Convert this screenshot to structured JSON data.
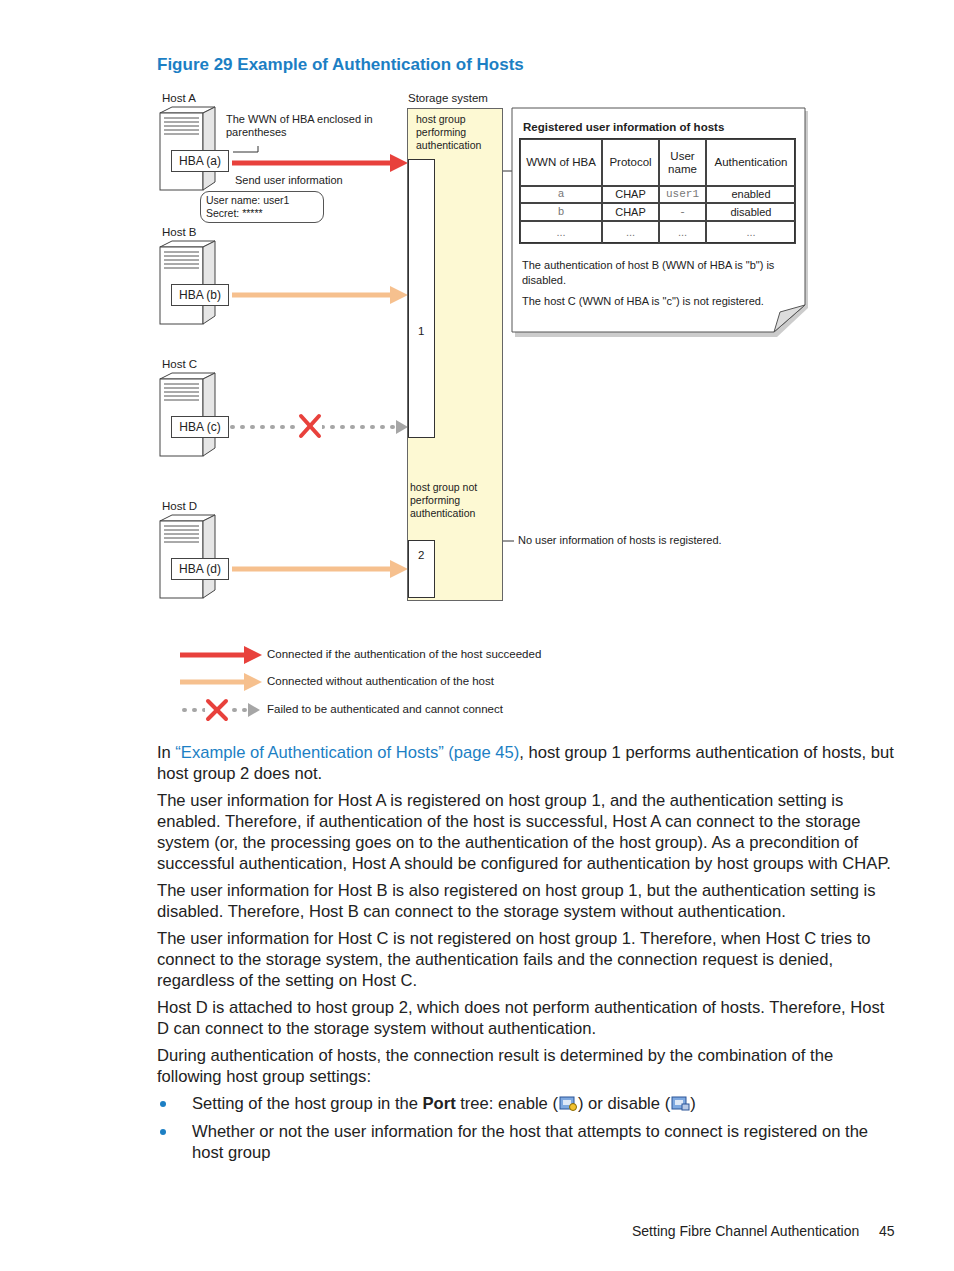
{
  "diagram": {
    "title": "Figure 29 Example of Authentication of Hosts",
    "nodes": [
      {
        "text": [
          "Storage system",
          "host group performing authentication",
          "host group not performing authentication"
        ]
      },
      {
        "text": [
          "1"
        ],
        "in": 0
      },
      {
        "text": [
          "2"
        ],
        "in": 0
      },
      {
        "text": [
          "Host A"
        ]
      },
      {
        "text": [
          "HBA (a)"
        ],
        "in": 3
      },
      {
        "text": [
          "Host B"
        ]
      },
      {
        "text": [
          "HBA (b)"
        ],
        "in": 5
      },
      {
        "text": [
          "Host C"
        ]
      },
      {
        "text": [
          "HBA (c)"
        ],
        "in": 7
      },
      {
        "text": [
          "Host D"
        ]
      },
      {
        "text": [
          "HBA (d)"
        ],
        "in": 9
      },
      {
        "text": [
          "User name: user1",
          "Secret: *****"
        ]
      },
      {
        "text": [
          "Registered user information of hosts",
          "The authentication of host B (WWN of HBA is \"b\") is disabled.",
          "The host C (WWN of HBA is \"c\") is not registered."
        ]
      }
    ],
    "edges": [
      {
        "from": 4,
        "to": 1,
        "arrow": "to"
      },
      {
        "from": 6,
        "to": 1,
        "arrow": "to"
      },
      {
        "from": 8,
        "to": 1,
        "arrow": "to"
      },
      {
        "from": 10,
        "to": 2,
        "arrow": "to"
      },
      {
        "from": 1,
        "to": 12,
        "arrow": "none"
      }
    ],
    "labels": [
      "The WWN of HBA enclosed in parentheses",
      "Send user information",
      "No user information of hosts is registered.",
      "WWN of HBA",
      "Protocol",
      "User name",
      "Authentication",
      "a",
      "CHAP",
      "user1",
      "enabled",
      "b",
      "CHAP",
      "-",
      "disabled",
      "...",
      "...",
      "...",
      "...",
      "In",
      "“Example of Authentication of Hosts” (page 45)",
      ", host group 1 performs authentication of hosts, but host group 2 does not.",
      "The user information for Host A is registered on host group 1, and the authentication setting is enabled. Therefore, if authentication of the host is successful, Host A can connect to the storage system (or, the processing goes on to the authentication of the host group). As a precondition of successful authentication, Host A should be configured for authentication by host groups with CHAP.",
      "The user information for Host B is also registered on host group 1, but the authentication setting is disabled. Therefore, Host B can connect to the storage system without authentication.",
      "The user information for Host C is not registered on host group 1. Therefore, when Host C tries to connect to the storage system, the authentication fails and the connection request is denied, regardless of the setting on Host C.",
      "Host D is attached to host group 2, which does not perform authentication of hosts. Therefore, Host D can connect to the storage system without authentication.",
      "During authentication of hosts, the connection result is determined by the combination of the following host group settings:",
      "Setting of the host group in the",
      "Port",
      "tree: enable (",
      ") or disable (",
      ")",
      "Whether or not the user information for the host that attempts to connect is registered on the host group",
      "Setting Fibre Channel Authentication",
      "45"
    ],
    "legend": [
      {
        "text": "Connected if the authentication of the host succeeded"
      },
      {
        "text": "Connected without authentication of the host"
      },
      {
        "text": "Failed to be authenticated and cannot connect"
      }
    ]
  }
}
